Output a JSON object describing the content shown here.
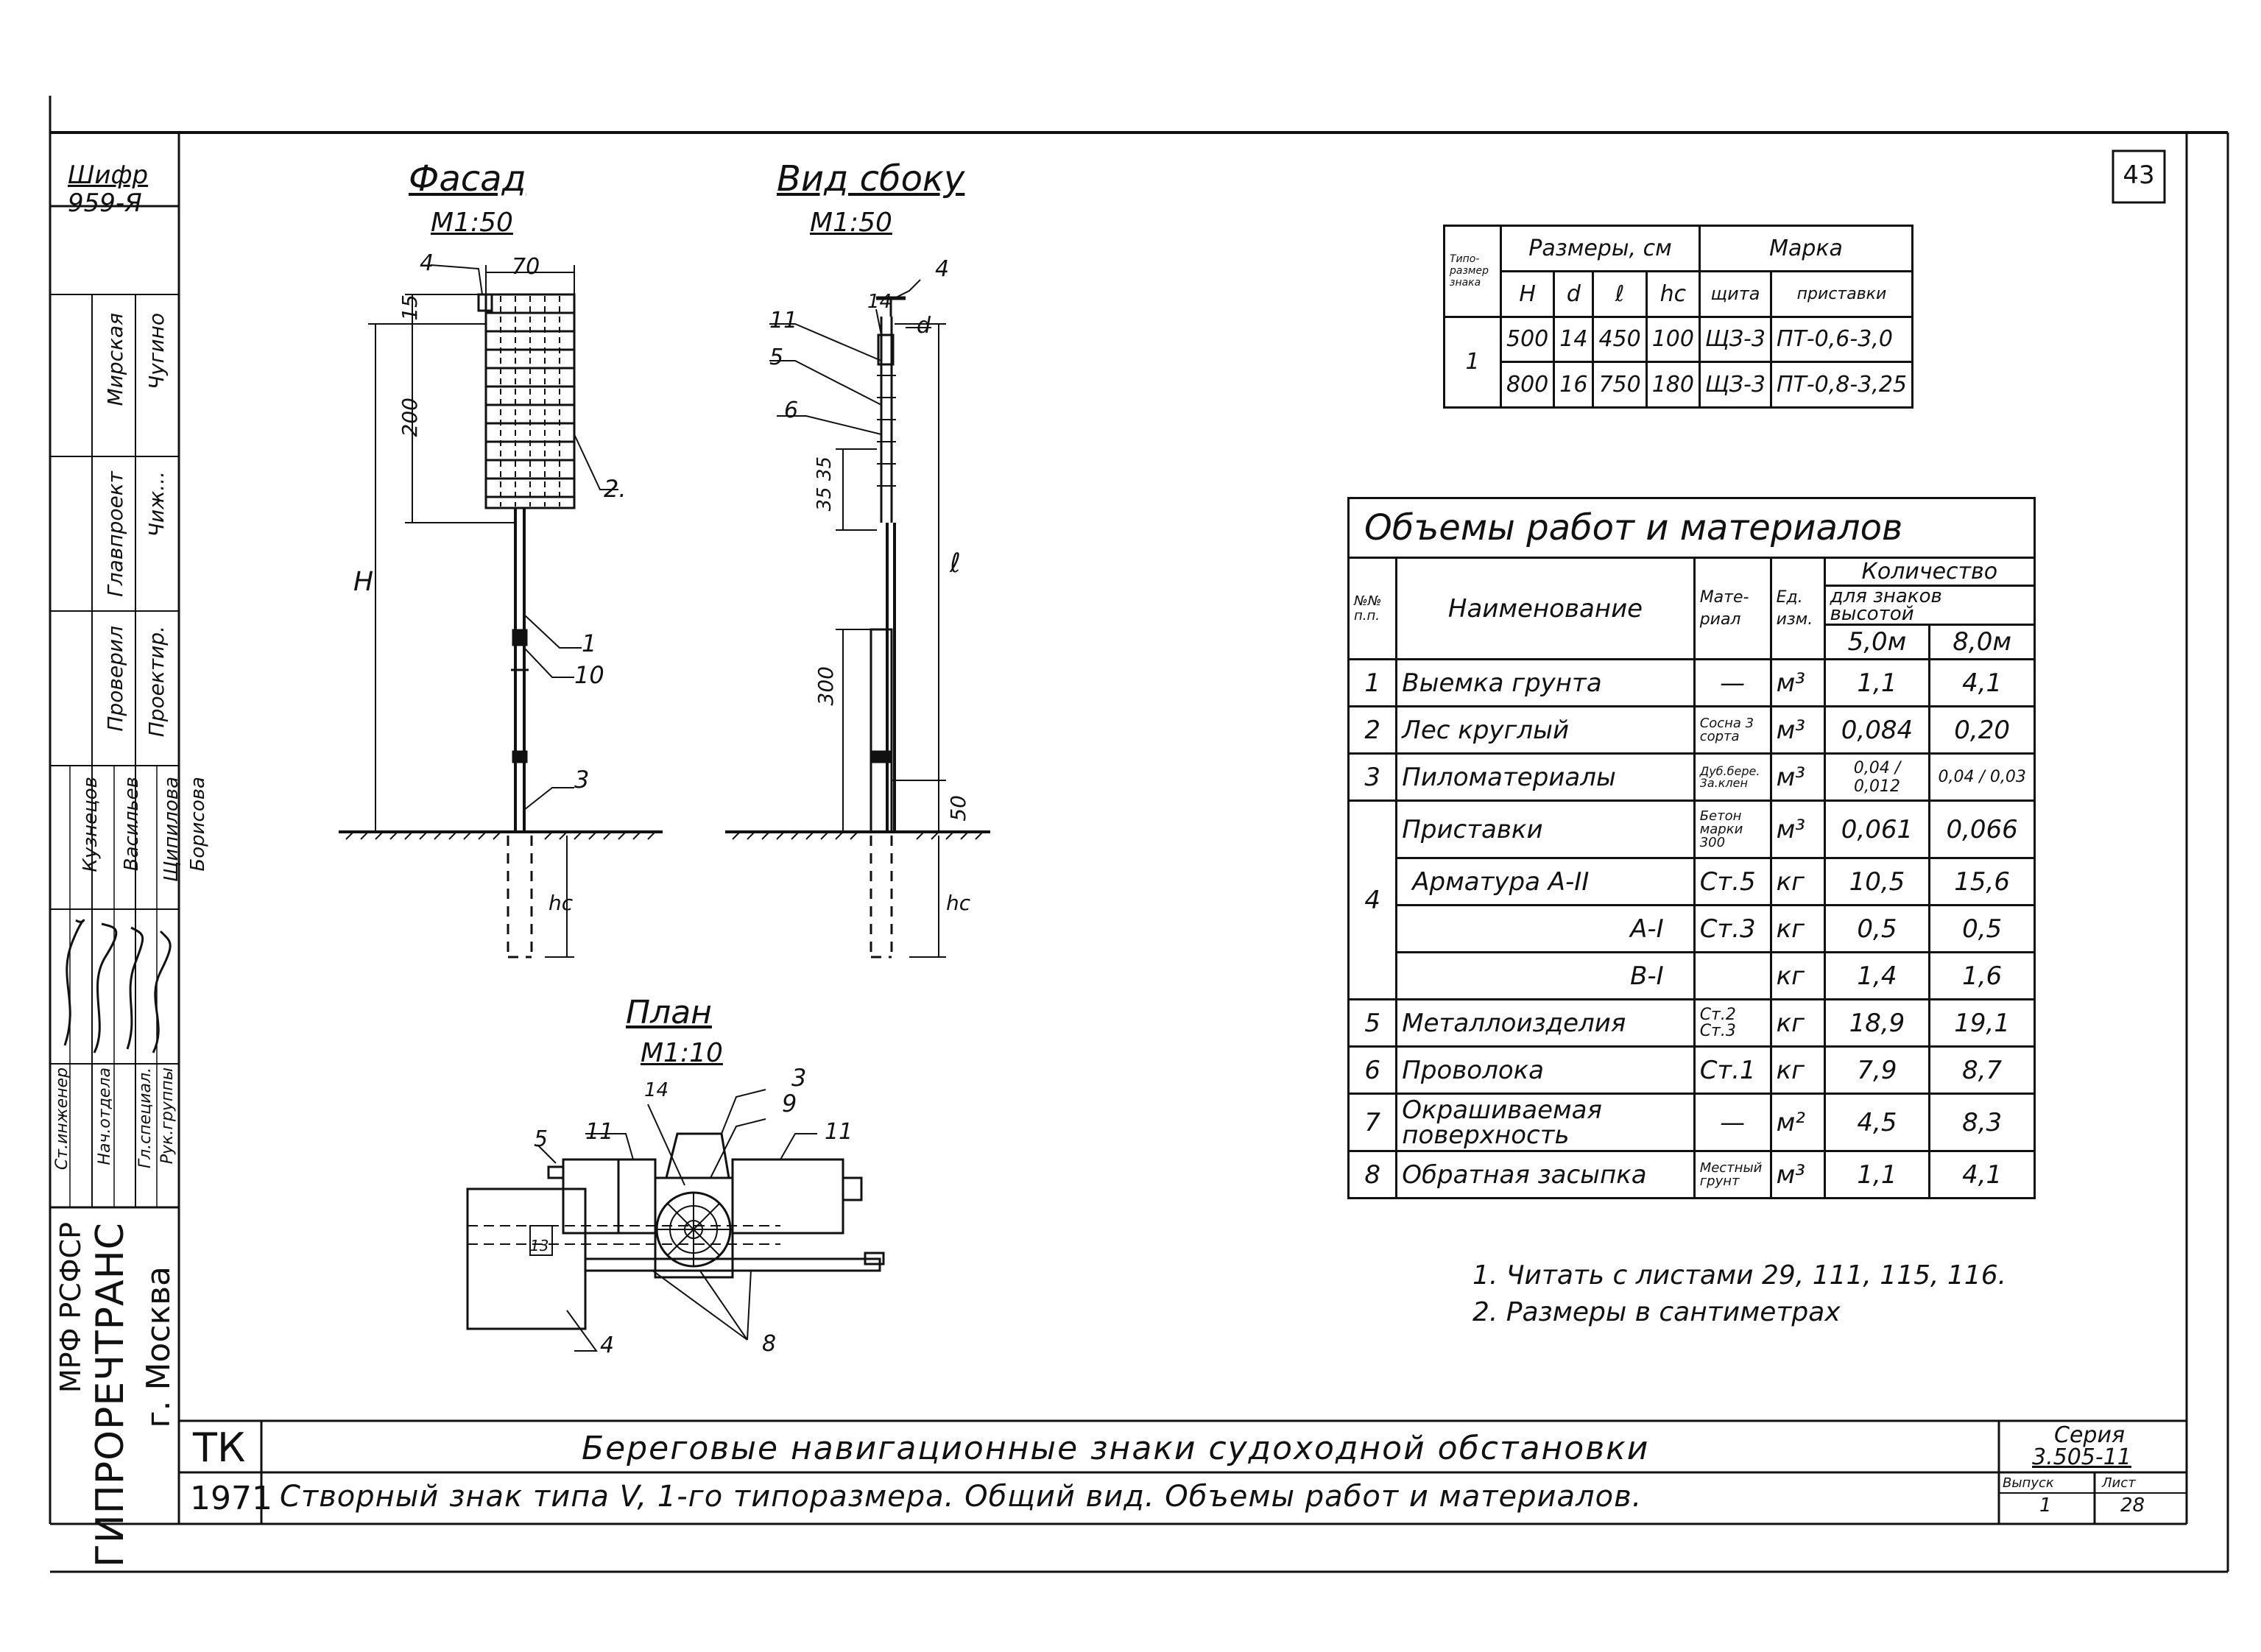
{
  "sheet": {
    "page_number": "43",
    "cipher_label": "Шифр",
    "cipher_value": "959-Я"
  },
  "stamp": {
    "people": [
      {
        "role": "Мирская",
        "name": "Чугино"
      },
      {
        "role": "Главпроект",
        "name": "Чиж..."
      },
      {
        "role": "Проверил",
        "name": "Проектир."
      },
      {
        "role": "Кузнецов",
        "name": "Щипилова"
      },
      {
        "role": "Васильев",
        "name": "Борисова"
      }
    ],
    "roles": [
      "Ст.инженер",
      "Нач.отдела",
      "Гл.специал.",
      "Рук.группы"
    ],
    "org_line1": "МРФ   РСФСР",
    "org_line2": "ГИПРОРЕЧТРАНС",
    "org_line3": "г. Москва"
  },
  "titles": {
    "facade": "Фасад",
    "facade_scale": "М1:50",
    "side": "Вид сбоку",
    "side_scale": "М1:50",
    "plan": "План",
    "plan_scale": "М1:10"
  },
  "facade_dims": {
    "width_70": "70",
    "top_15": "15",
    "panel_200": "200",
    "height_H": "H",
    "depth_hc": "hc",
    "leader_4": "4",
    "leader_2": "2.",
    "leader_1": "1",
    "leader_10": "10",
    "leader_3": "3"
  },
  "side_dims": {
    "leader_4": "4",
    "leader_14": "14",
    "leader_11": "11",
    "leader_5": "5",
    "leader_6": "6",
    "d": "d",
    "dim_35": "35 35",
    "dim_l": "ℓ",
    "dim_300": "300",
    "dim_50": "50",
    "depth_hc": "hc"
  },
  "plan_dims": {
    "leader_3": "3",
    "leader_9": "9",
    "leader_14": "14",
    "leader_11a": "11",
    "leader_11b": "11",
    "leader_5": "5",
    "leader_4": "4",
    "leader_8": "8",
    "leader_13": "13"
  },
  "size_table": {
    "col_type": "Типо-размер знака",
    "col_sizes": "Размеры, см",
    "col_mark": "Марка",
    "sub": [
      "H",
      "d",
      "ℓ",
      "hc",
      "щита",
      "приставки"
    ],
    "type_num": "1",
    "rows": [
      [
        "500",
        "14",
        "450",
        "100",
        "ЩЗ-3",
        "ПТ-0,6-3,0"
      ],
      [
        "800",
        "16",
        "750",
        "180",
        "ЩЗ-3",
        "ПТ-0,8-3,25"
      ]
    ]
  },
  "volumes_table": {
    "title": "Объемы работ и материалов",
    "col_num": "№№ п.п.",
    "col_name": "Наименование",
    "col_mat": "Мате-риал",
    "col_unit": "Ед. изм.",
    "col_qty": "Количество",
    "col_qty_sub": "для знаков высотой",
    "h1": "5,0м",
    "h2": "8,0м",
    "rows": [
      {
        "n": "1",
        "name": "Выемка грунта",
        "mat": "—",
        "unit": "м³",
        "v1": "1,1",
        "v2": "4,1"
      },
      {
        "n": "2",
        "name": "Лес круглый",
        "mat": "Сосна 3 сорта",
        "unit": "м³",
        "v1": "0,084",
        "v2": "0,20"
      },
      {
        "n": "3",
        "name": "Пиломатериалы",
        "mat": "Дуб.бере. 3a.клен",
        "unit": "м³",
        "v1": "0,04 / 0,012",
        "v2": "0,04 / 0,03"
      },
      {
        "n": "4",
        "name": "Приставки",
        "mat": "Бетон марки 300",
        "unit": "м³",
        "v1": "0,061",
        "v2": "0,066"
      },
      {
        "n": "",
        "name": "Арматура А-II",
        "mat": "Ст.5",
        "unit": "кг",
        "v1": "10,5",
        "v2": "15,6"
      },
      {
        "n": "",
        "name": "А-I",
        "mat": "Ст.3",
        "unit": "кг",
        "v1": "0,5",
        "v2": "0,5"
      },
      {
        "n": "",
        "name": "В-I",
        "mat": "",
        "unit": "кг",
        "v1": "1,4",
        "v2": "1,6"
      },
      {
        "n": "5",
        "name": "Металлоизделия",
        "mat": "Ст.2 Ст.3",
        "unit": "кг",
        "v1": "18,9",
        "v2": "19,1"
      },
      {
        "n": "6",
        "name": "Проволока",
        "mat": "Ст.1",
        "unit": "кг",
        "v1": "7,9",
        "v2": "8,7"
      },
      {
        "n": "7",
        "name": "Окрашиваемая поверхность",
        "mat": "—",
        "unit": "м²",
        "v1": "4,5",
        "v2": "8,3"
      },
      {
        "n": "8",
        "name": "Обратная засыпка",
        "mat": "Местный грунт",
        "unit": "м³",
        "v1": "1,1",
        "v2": "4,1"
      }
    ]
  },
  "notes": [
    "1. Читать с листами 29, 111, 115, 116.",
    "2. Размеры в сантиметрах"
  ],
  "title_block": {
    "tk": "ТК",
    "year": "1971",
    "main_title": "Береговые навигационные знаки судоходной обстановки",
    "sub_title": "Створный знак типа V, 1-го типоразмера. Общий вид. Объемы работ и материалов.",
    "series_label": "Серия",
    "series_value": "3.505-11",
    "issue_label": "Выпуск",
    "issue_value": "1",
    "sheet_label": "Лист",
    "sheet_value": "28"
  }
}
